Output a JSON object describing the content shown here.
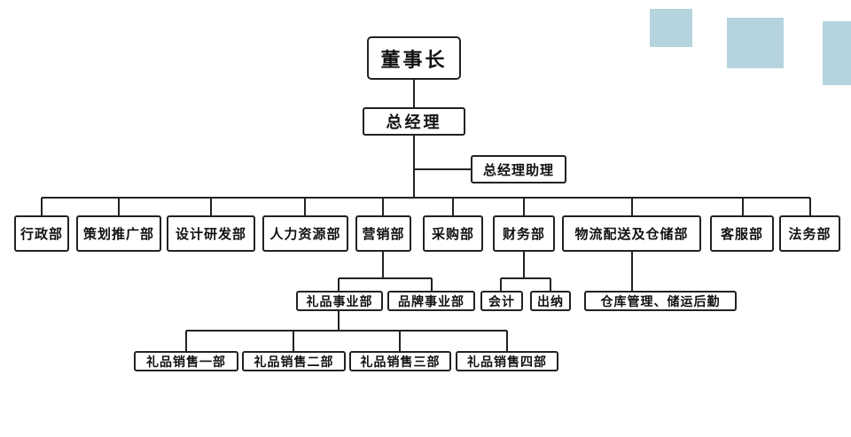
{
  "colors": {
    "line": "#222222",
    "deco": "#b5d4de"
  },
  "chairman": "董事长",
  "general_manager": "总经理",
  "assistant": "总经理助理",
  "departments": [
    "行政部",
    "策划推广部",
    "设计研发部",
    "人力资源部",
    "营销部",
    "采购部",
    "财务部",
    "物流配送及仓储部",
    "客服部",
    "法务部"
  ],
  "marketing_divisions": [
    "礼品事业部",
    "品牌事业部"
  ],
  "finance_units": [
    "会计",
    "出纳"
  ],
  "logistics_unit": "仓库管理、储运后勤",
  "gift_sales": [
    "礼品销售一部",
    "礼品销售二部",
    "礼品销售三部",
    "礼品销售四部"
  ]
}
